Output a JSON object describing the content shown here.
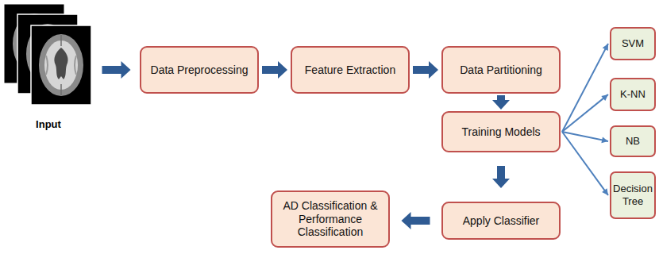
{
  "diagram": {
    "nodes": [
      {
        "text": [
          "Input"
        ]
      },
      {
        "text": [
          "Data Preprocessing"
        ]
      },
      {
        "text": [
          "Feature Extraction"
        ]
      },
      {
        "text": [
          "Data Partitioning"
        ]
      },
      {
        "text": [
          "Training Models"
        ]
      },
      {
        "text": [
          "SVM"
        ]
      },
      {
        "text": [
          "K-NN"
        ]
      },
      {
        "text": [
          "NB"
        ]
      },
      {
        "text": [
          "Decision Tree"
        ]
      },
      {
        "text": [
          "Apply Classifier"
        ]
      },
      {
        "text": [
          "AD Classification & Performance Classification"
        ]
      }
    ],
    "edges": [
      {
        "from": 0,
        "to": 1,
        "arrow": "to"
      },
      {
        "from": 1,
        "to": 2,
        "arrow": "to"
      },
      {
        "from": 2,
        "to": 3,
        "arrow": "to"
      },
      {
        "from": 3,
        "to": 4,
        "arrow": "to"
      },
      {
        "from": 4,
        "to": 5,
        "arrow": "to"
      },
      {
        "from": 4,
        "to": 6,
        "arrow": "to"
      },
      {
        "from": 4,
        "to": 7,
        "arrow": "to"
      },
      {
        "from": 4,
        "to": 8,
        "arrow": "to"
      },
      {
        "from": 4,
        "to": 9,
        "arrow": "to"
      },
      {
        "from": 9,
        "to": 10,
        "arrow": "to"
      }
    ]
  }
}
